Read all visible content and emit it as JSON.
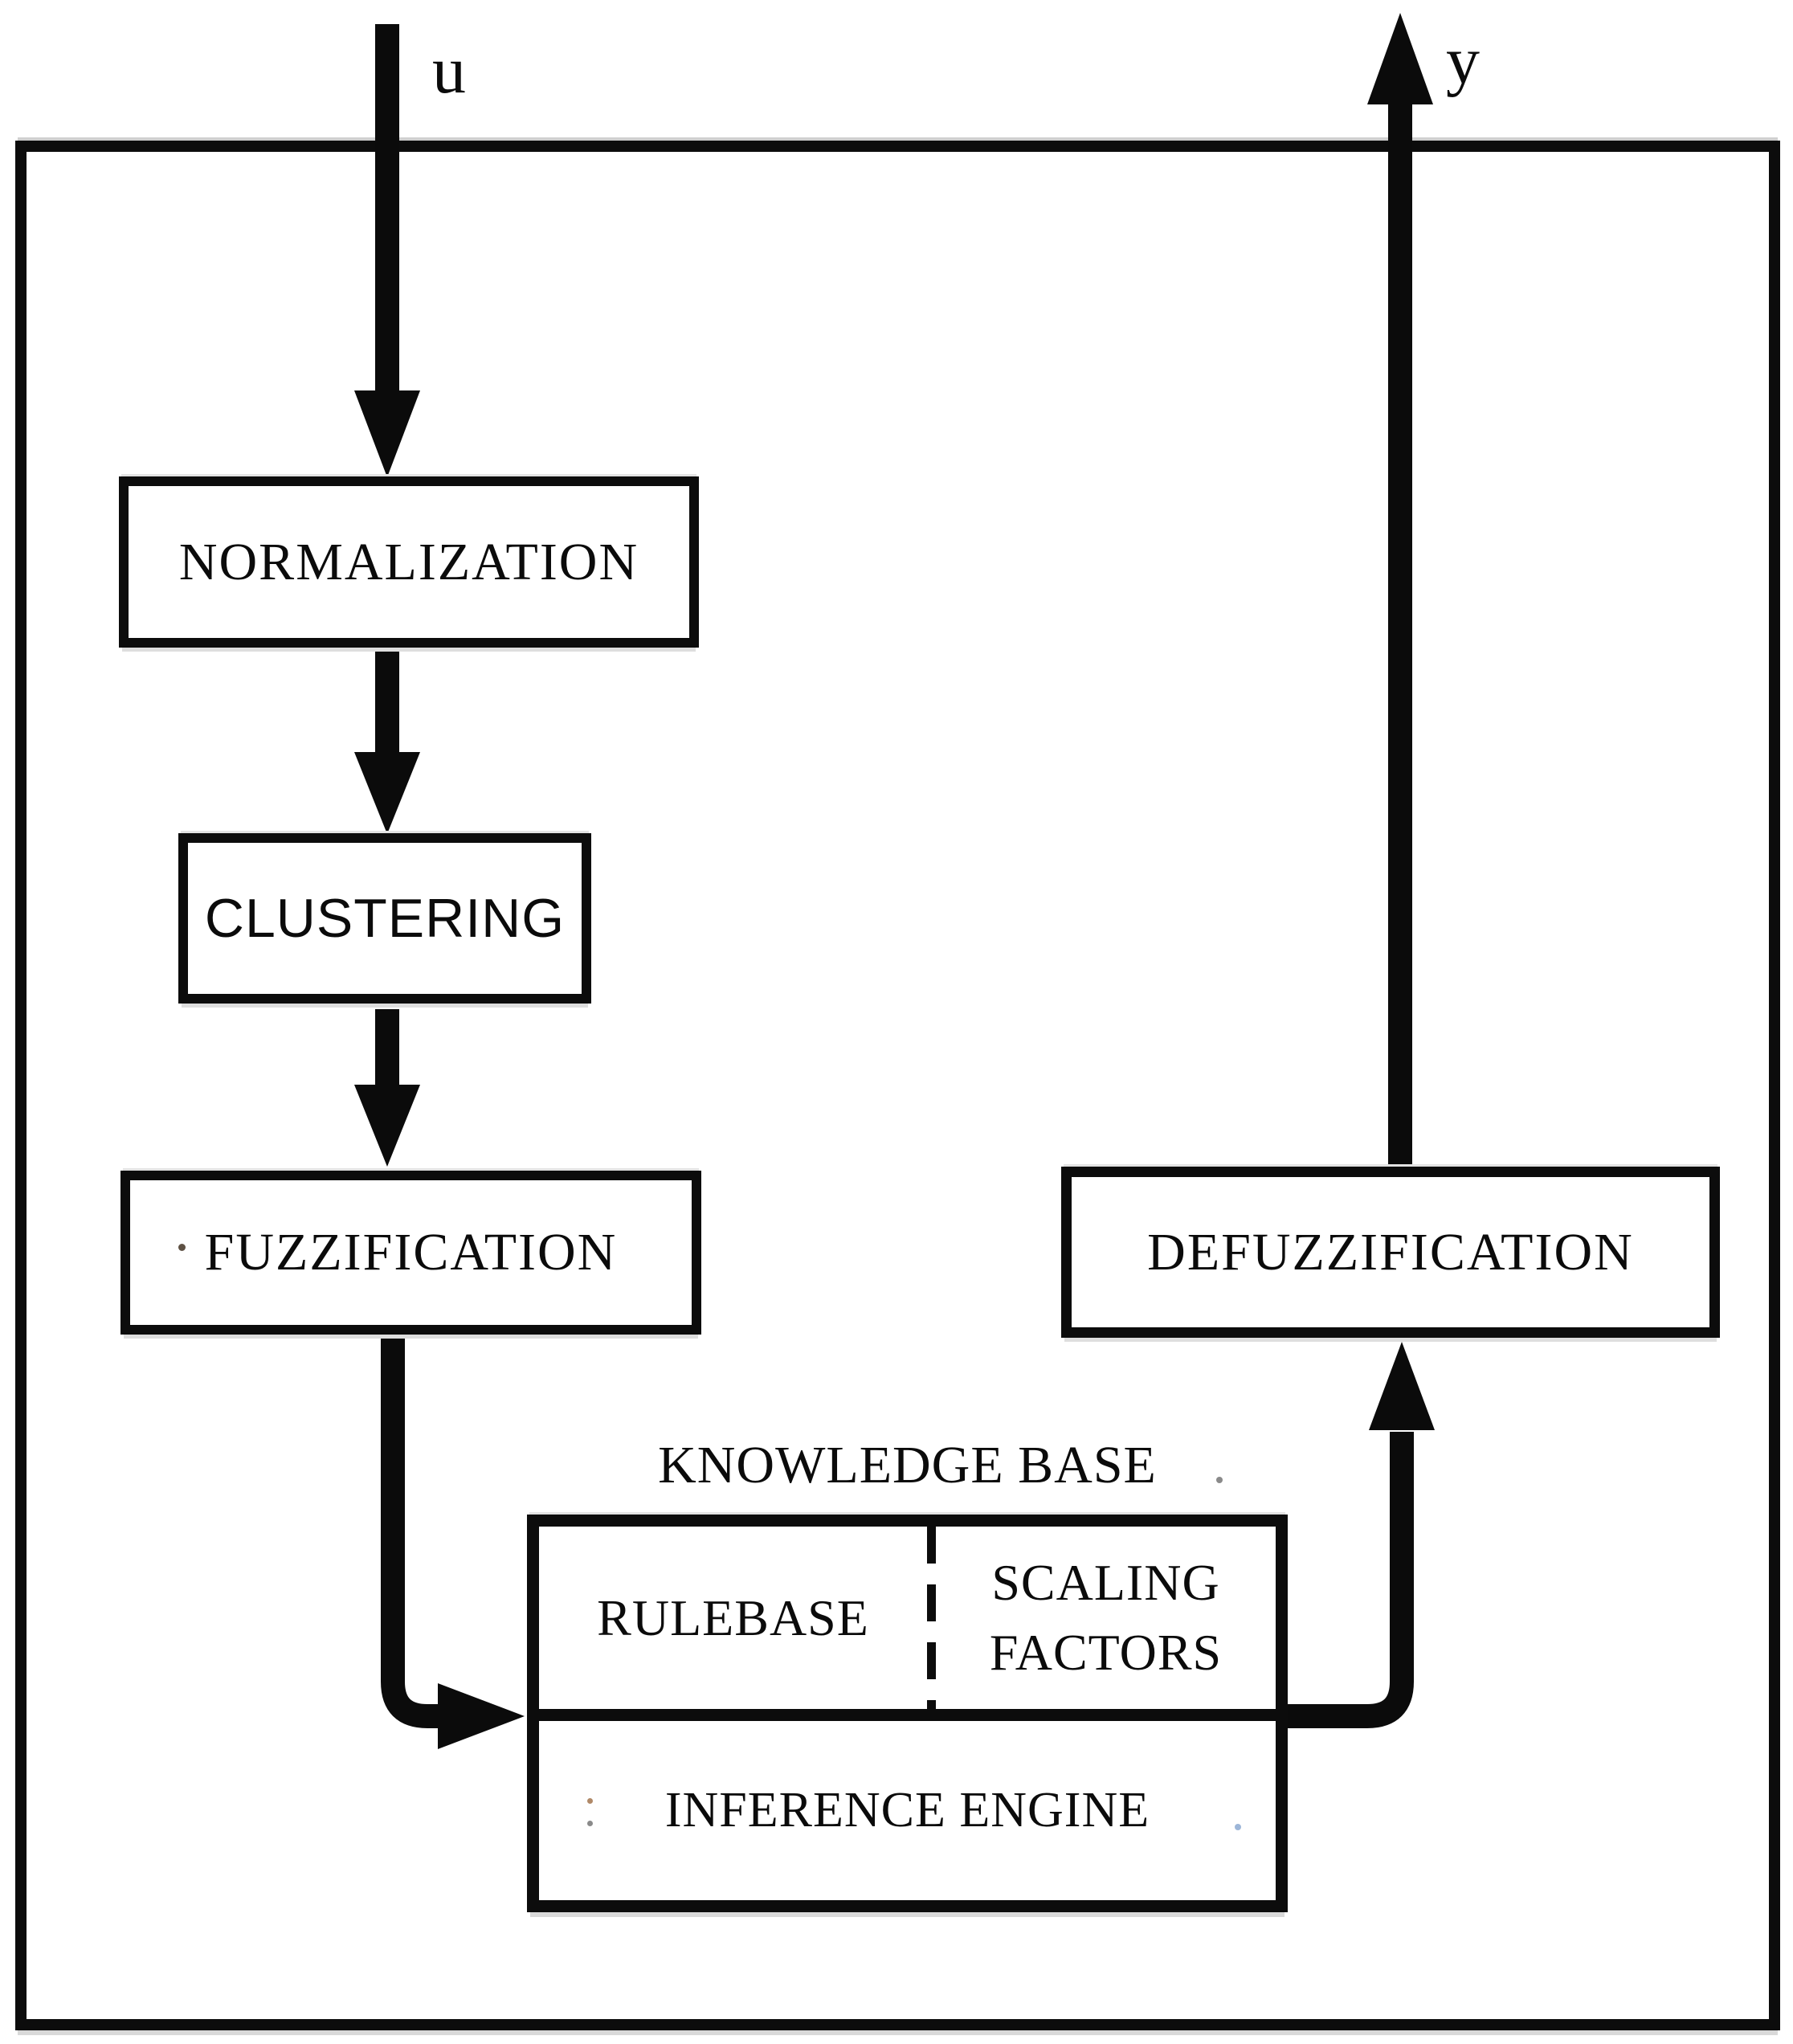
{
  "diagram": {
    "input_signal": "u",
    "output_signal": "y",
    "blocks": {
      "normalization": "NORMALIZATION",
      "clustering": "CLUSTERING",
      "fuzzification": "FUZZIFICATION",
      "defuzzification": "DEFUZZIFICATION",
      "knowledge_base_title": "KNOWLEDGE BASE",
      "rulebase": "RULEBASE",
      "scaling_factors": "SCALING FACTORS",
      "inference_engine": "INFERENCE ENGINE"
    },
    "colors": {
      "line": "#0b0b0b",
      "background": "#ffffff"
    }
  }
}
